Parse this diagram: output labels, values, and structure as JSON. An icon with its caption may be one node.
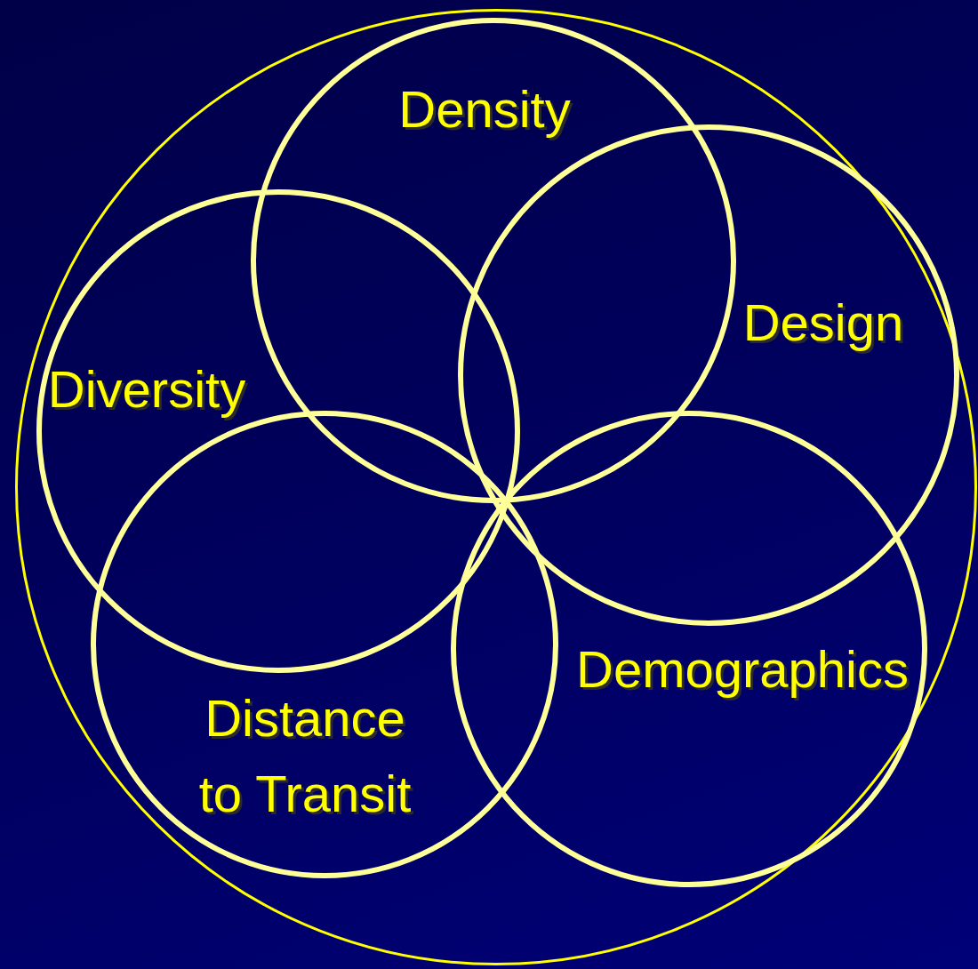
{
  "diagram": {
    "nodes": [
      {
        "text": [],
        "shape": "circle"
      },
      {
        "text": [
          "Density"
        ],
        "in": 0
      },
      {
        "text": [
          "Design"
        ],
        "in": 0
      },
      {
        "text": [
          "Diversity"
        ],
        "in": 0
      },
      {
        "text": [
          "Demographics"
        ],
        "in": 0
      },
      {
        "text": [
          "Distance to Transit"
        ],
        "in": 0
      }
    ]
  }
}
